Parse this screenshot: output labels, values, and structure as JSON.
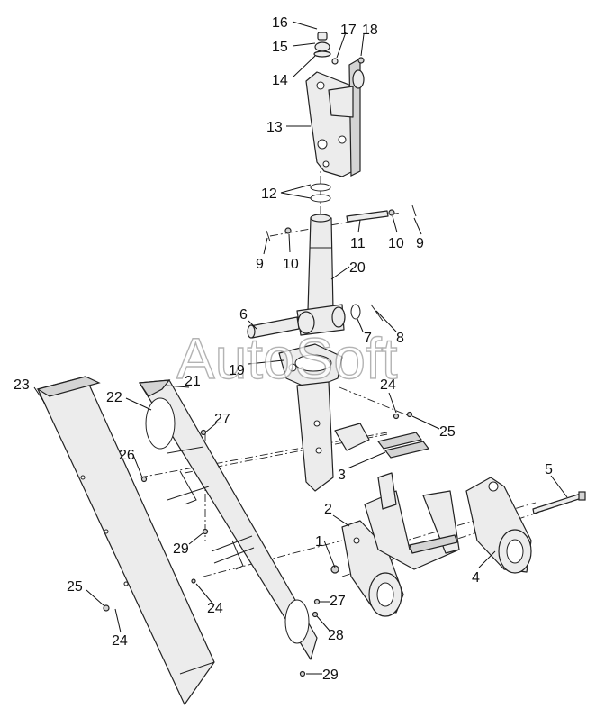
{
  "watermark": "AutoSoft",
  "callouts": [
    "16",
    "15",
    "14",
    "17",
    "18",
    "13",
    "12",
    "11",
    "10",
    "9",
    "10",
    "9",
    "20",
    "6",
    "7",
    "8",
    "19",
    "21",
    "22",
    "23",
    "27",
    "24",
    "25",
    "26",
    "3",
    "5",
    "29",
    "2",
    "1",
    "4",
    "27",
    "25",
    "24",
    "24",
    "28",
    "29"
  ]
}
